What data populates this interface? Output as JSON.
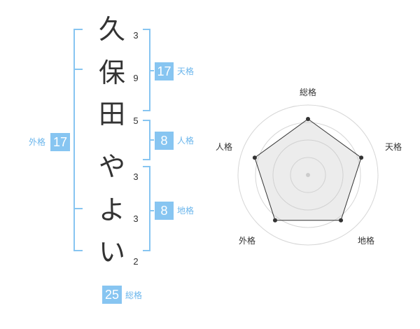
{
  "name": {
    "chars": [
      "久",
      "保",
      "田",
      "や",
      "よ",
      "い"
    ],
    "strokes": [
      "3",
      "9",
      "5",
      "3",
      "3",
      "2"
    ]
  },
  "kaku": {
    "tenkaku": {
      "value": "17",
      "label": "天格"
    },
    "jinkaku": {
      "value": "8",
      "label": "人格"
    },
    "chikaku": {
      "value": "8",
      "label": "地格"
    },
    "gaikaku": {
      "value": "17",
      "label": "外格"
    },
    "soukaku": {
      "value": "25",
      "label": "総格"
    }
  },
  "colors": {
    "accent": "#87c5f1",
    "label": "#6bb6ec",
    "bracket": "#87c5f1"
  },
  "chart_data": {
    "type": "radar",
    "axes": [
      "総格",
      "天格",
      "地格",
      "外格",
      "人格"
    ],
    "values": [
      0.8,
      0.8,
      0.8,
      0.8,
      0.8
    ],
    "rings": 4
  }
}
